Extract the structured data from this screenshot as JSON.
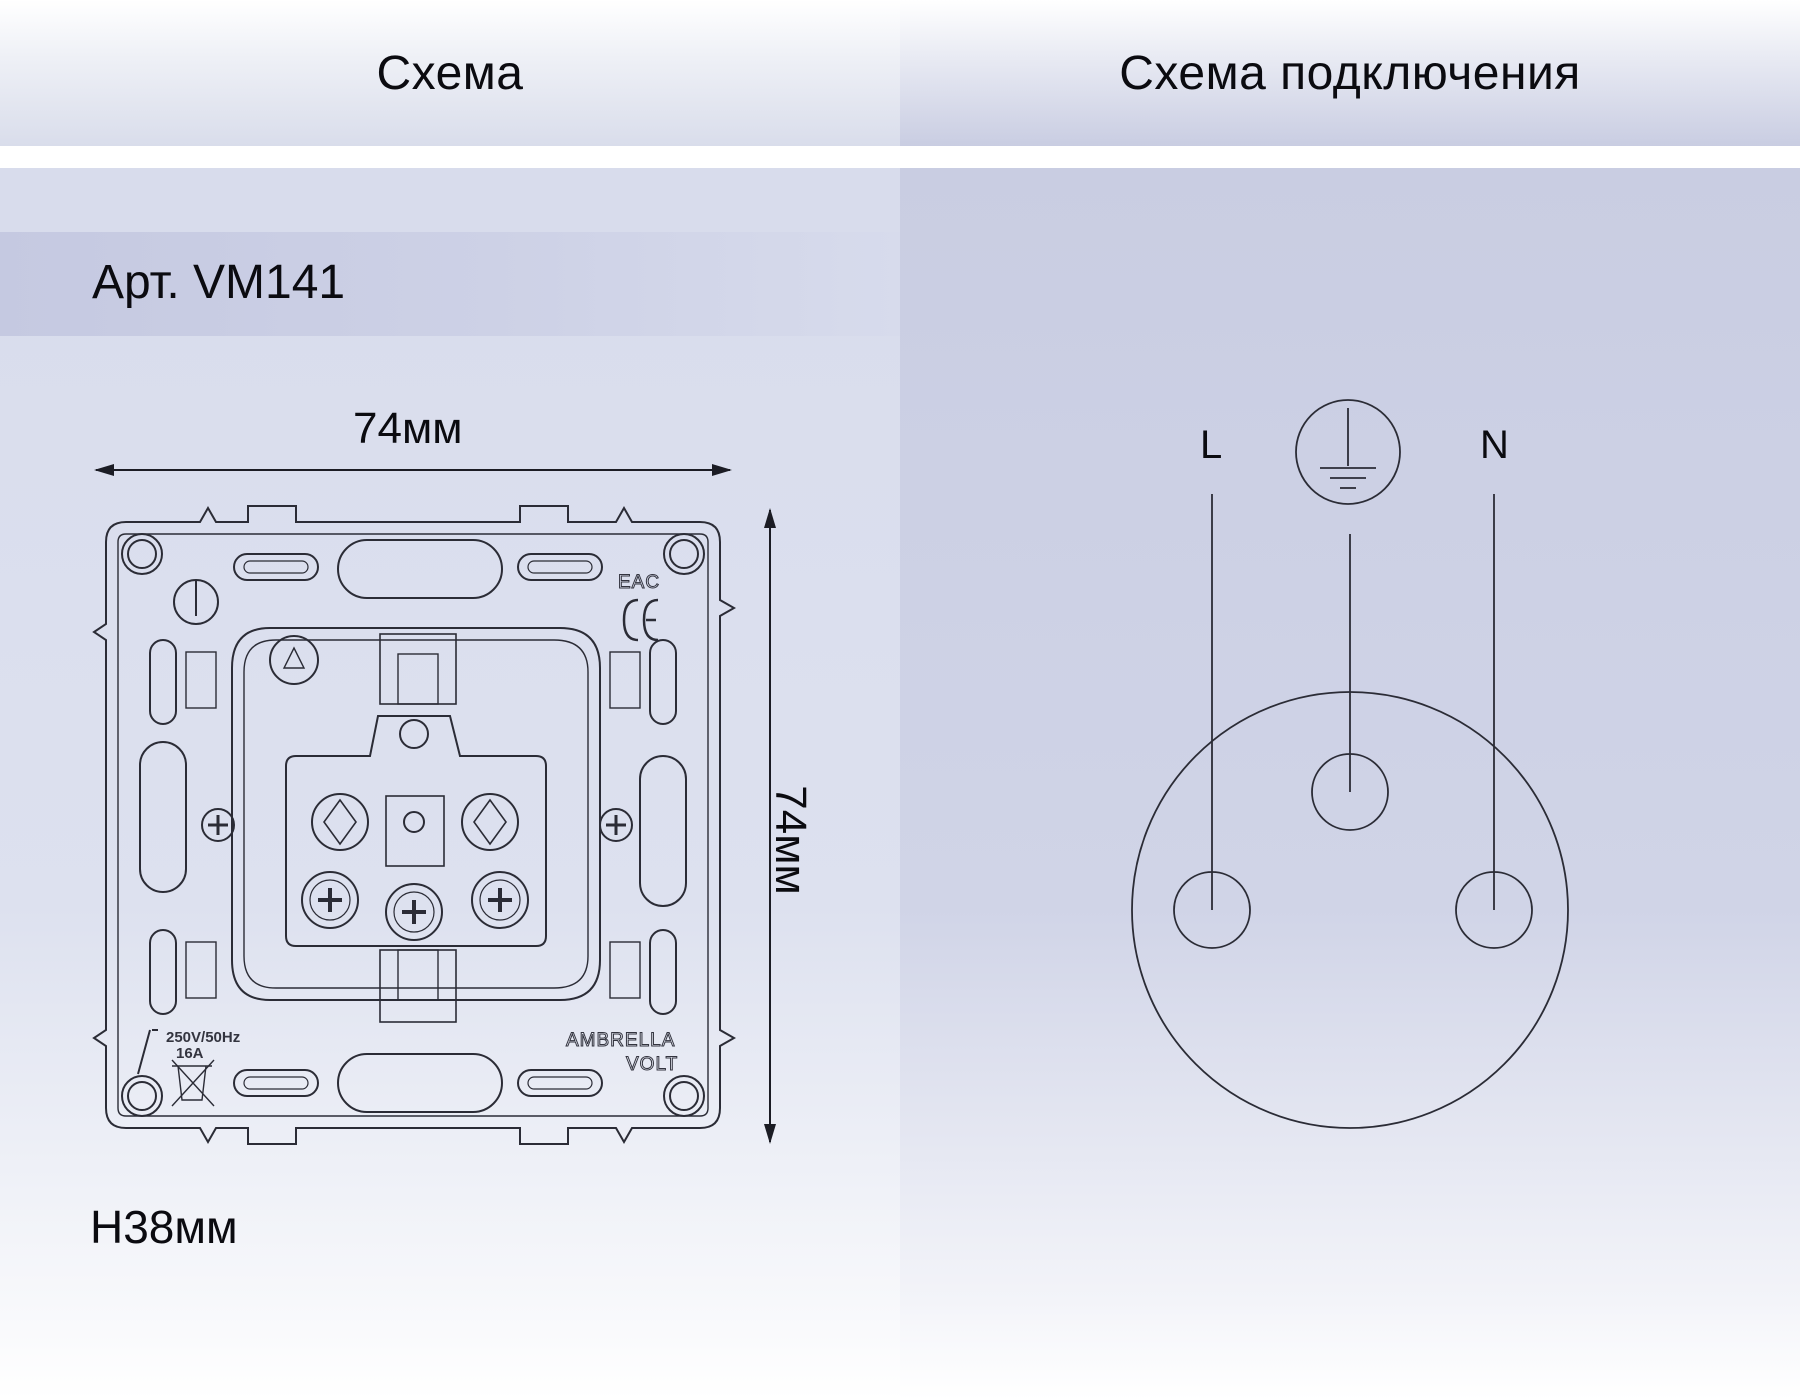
{
  "header": {
    "left_title": "Схема",
    "right_title": "Схема подключения"
  },
  "product": {
    "article": "Арт. VM141",
    "width": "74мм",
    "height": "74мм",
    "depth": "H38мм"
  },
  "mechanism_marks": {
    "rating_voltage": "250V/50Hz",
    "rating_current": "16A",
    "brand_line1": "AMBRELLA",
    "brand_line2": "VOLT",
    "cert": "EAC"
  },
  "wiring": {
    "phase": "L",
    "neutral": "N",
    "earth_symbol": "earth-ground-icon"
  },
  "colors": {
    "line": "#2b2c36",
    "text": "#0b0b10"
  }
}
